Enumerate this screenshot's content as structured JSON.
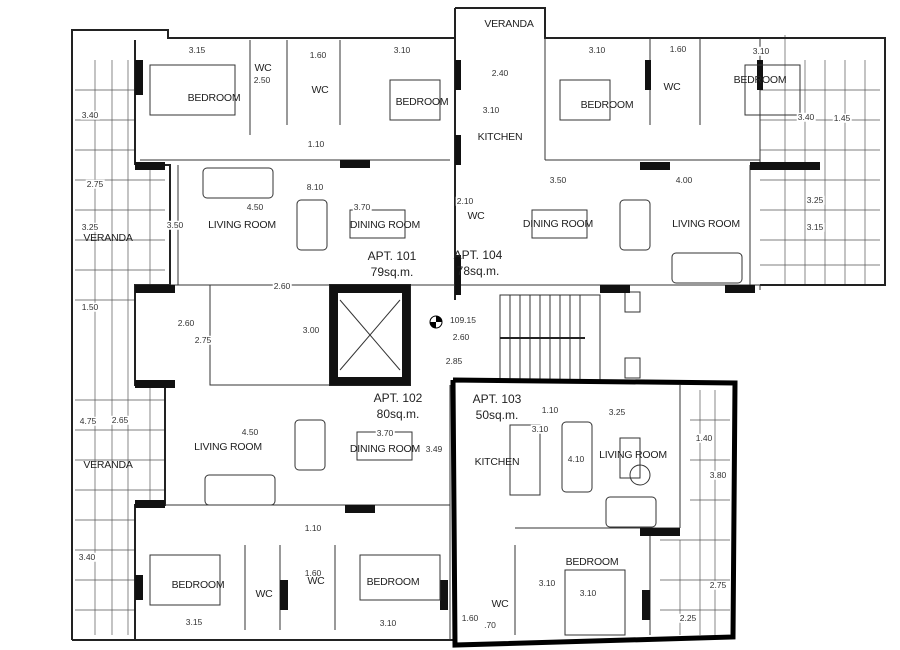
{
  "rooms": [
    "BEDROOM",
    "BEDROOM",
    "WC",
    "WC",
    "LIVING ROOM",
    "DINING ROOM",
    "VERANDA",
    "VERANDA",
    "KITCHEN",
    "BEDROOM",
    "WC",
    "BEDROOM",
    "WC",
    "DINING ROOM",
    "LIVING ROOM",
    "LIVING ROOM",
    "DINING ROOM",
    "VERANDA",
    "BEDROOM",
    "BEDROOM",
    "WC",
    "WC",
    "KITCHEN",
    "LIVING ROOM",
    "BEDROOM",
    "WC"
  ],
  "apartments": [
    {
      "name": "APT. 101",
      "area": "79sq.m."
    },
    {
      "name": "APT. 104",
      "area": "78sq.m."
    },
    {
      "name": "APT. 102",
      "area": "80sq.m."
    },
    {
      "name": "APT. 103",
      "area": "50sq.m."
    }
  ],
  "dimensions": [
    "3.15",
    "1.60",
    "3.10",
    "2.50",
    "1.10",
    "8.10",
    "4.50",
    "3.70",
    "3.50",
    "2.75",
    "3.40",
    "3.25",
    "1.50",
    "2.60",
    "2.60",
    "2.75",
    "3.00",
    "109.15",
    "2.60",
    "2.85",
    "4.75",
    "2.65",
    "4.50",
    "3.70",
    "3.49",
    "3.40",
    "3.15",
    "3.10",
    "1.10",
    "1.60",
    "2.40",
    "3.10",
    "3.10",
    "1.60",
    "3.10",
    "3.50",
    "4.00",
    "3.40",
    "1.45",
    "3.25",
    "3.15",
    "3.10",
    "1.10",
    "3.25",
    "4.10",
    "1.40",
    "3.80",
    "3.10",
    "3.10",
    "2.75",
    "2.25",
    "2.10",
    "1.60",
    ".70"
  ],
  "highlighted_apartment": "APT. 103"
}
